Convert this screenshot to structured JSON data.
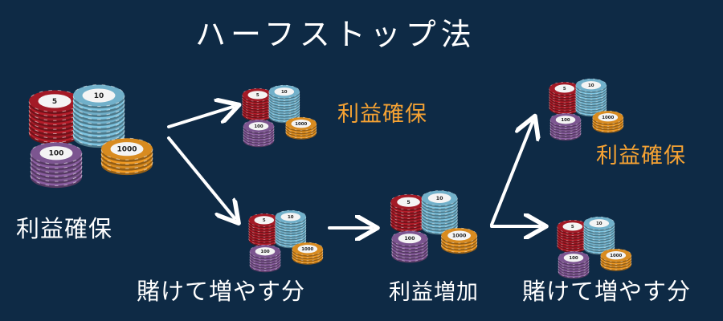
{
  "title": "ハーフストップ法",
  "labels": {
    "profit_secure_1": "利益確保",
    "profit_secure_2": "利益確保",
    "profit_secure_3": "利益確保",
    "bet_increase_1": "賭けて増やす分",
    "bet_increase_2": "賭けて増やす分",
    "profit_increase": "利益増加"
  },
  "chip_denominations": [
    "5",
    "10",
    "100",
    "1000"
  ],
  "colors": {
    "background": "#0e2a45",
    "red_chip": "#b51d2a",
    "blue_chip": "#7ec4e0",
    "purple_chip": "#8a5ea0",
    "orange_chip": "#f09a24",
    "accent_text": "#f5a233",
    "arrow": "#ffffff"
  }
}
